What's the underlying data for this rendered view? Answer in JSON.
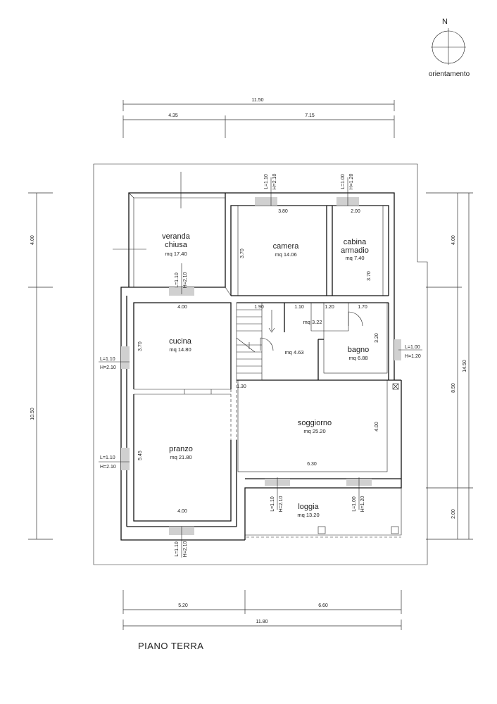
{
  "compass": {
    "north_label": "N",
    "caption": "orientamento"
  },
  "title": "PIANO TERRA",
  "dimensions": {
    "top_total": "11.50",
    "top_left": "4.35",
    "top_right": "7.15",
    "left_top": "4.00",
    "left_bottom": "10.50",
    "right_top": "4.00",
    "right_mid": "8.50",
    "right_total": "14.50",
    "right_bottom": "2.00",
    "bottom_left": "5.20",
    "bottom_right": "6.60",
    "bottom_total": "11.80"
  },
  "rooms": {
    "veranda": {
      "name1": "veranda",
      "name2": "chiusa",
      "area": "mq  17.40"
    },
    "camera": {
      "name": "camera",
      "area": "mq  14.06",
      "w": "3.80",
      "h": "3.70"
    },
    "cabina": {
      "name1": "cabina",
      "name2": "armadio",
      "area": "mq  7.40",
      "w": "2.00",
      "h": "3.70"
    },
    "cucina": {
      "name": "cucina",
      "area": "mq  14.80",
      "w": "4.00",
      "h": "3.70"
    },
    "disimpegno": {
      "area": "mq  3.22",
      "w1": "1.10",
      "w2": "1.20"
    },
    "corridoio": {
      "area": "mq  4.63",
      "stair_w": "1.90",
      "h": "1.30"
    },
    "bagno": {
      "name": "bagno",
      "area": "mq  6.88",
      "w": "1.70",
      "h": "3.20"
    },
    "soggiorno": {
      "name": "soggiorno",
      "area": "mq  25.20",
      "w": "6.30",
      "h": "4.00"
    },
    "pranzo": {
      "name": "pranzo",
      "area": "mq  21.80",
      "w": "4.00",
      "h": "5.45"
    },
    "loggia": {
      "name": "loggia",
      "area": "mq  13.20"
    }
  },
  "windows": {
    "w_camera": {
      "l": "L=1.10",
      "h": "H=2.10"
    },
    "w_cabina": {
      "l": "L=1.00",
      "h": "H=1.20"
    },
    "w_veranda": {
      "l": "L=1.10",
      "h": "H=2.10"
    },
    "w_bagno": {
      "l": "L=1.00",
      "h": "H=1.20"
    },
    "w_cucina": {
      "l": "L=1.10",
      "h": "H=2.10"
    },
    "w_pranzo_side": {
      "l": "L=1.10",
      "h": "H=2.10"
    },
    "w_sogg_left": {
      "l": "L=1.10",
      "h": "H=2.10"
    },
    "w_sogg_right": {
      "l": "L=1.00",
      "h": "H=1.20"
    },
    "w_pranzo_bottom": {
      "l": "L=1.10",
      "h": "H=2.10"
    }
  }
}
